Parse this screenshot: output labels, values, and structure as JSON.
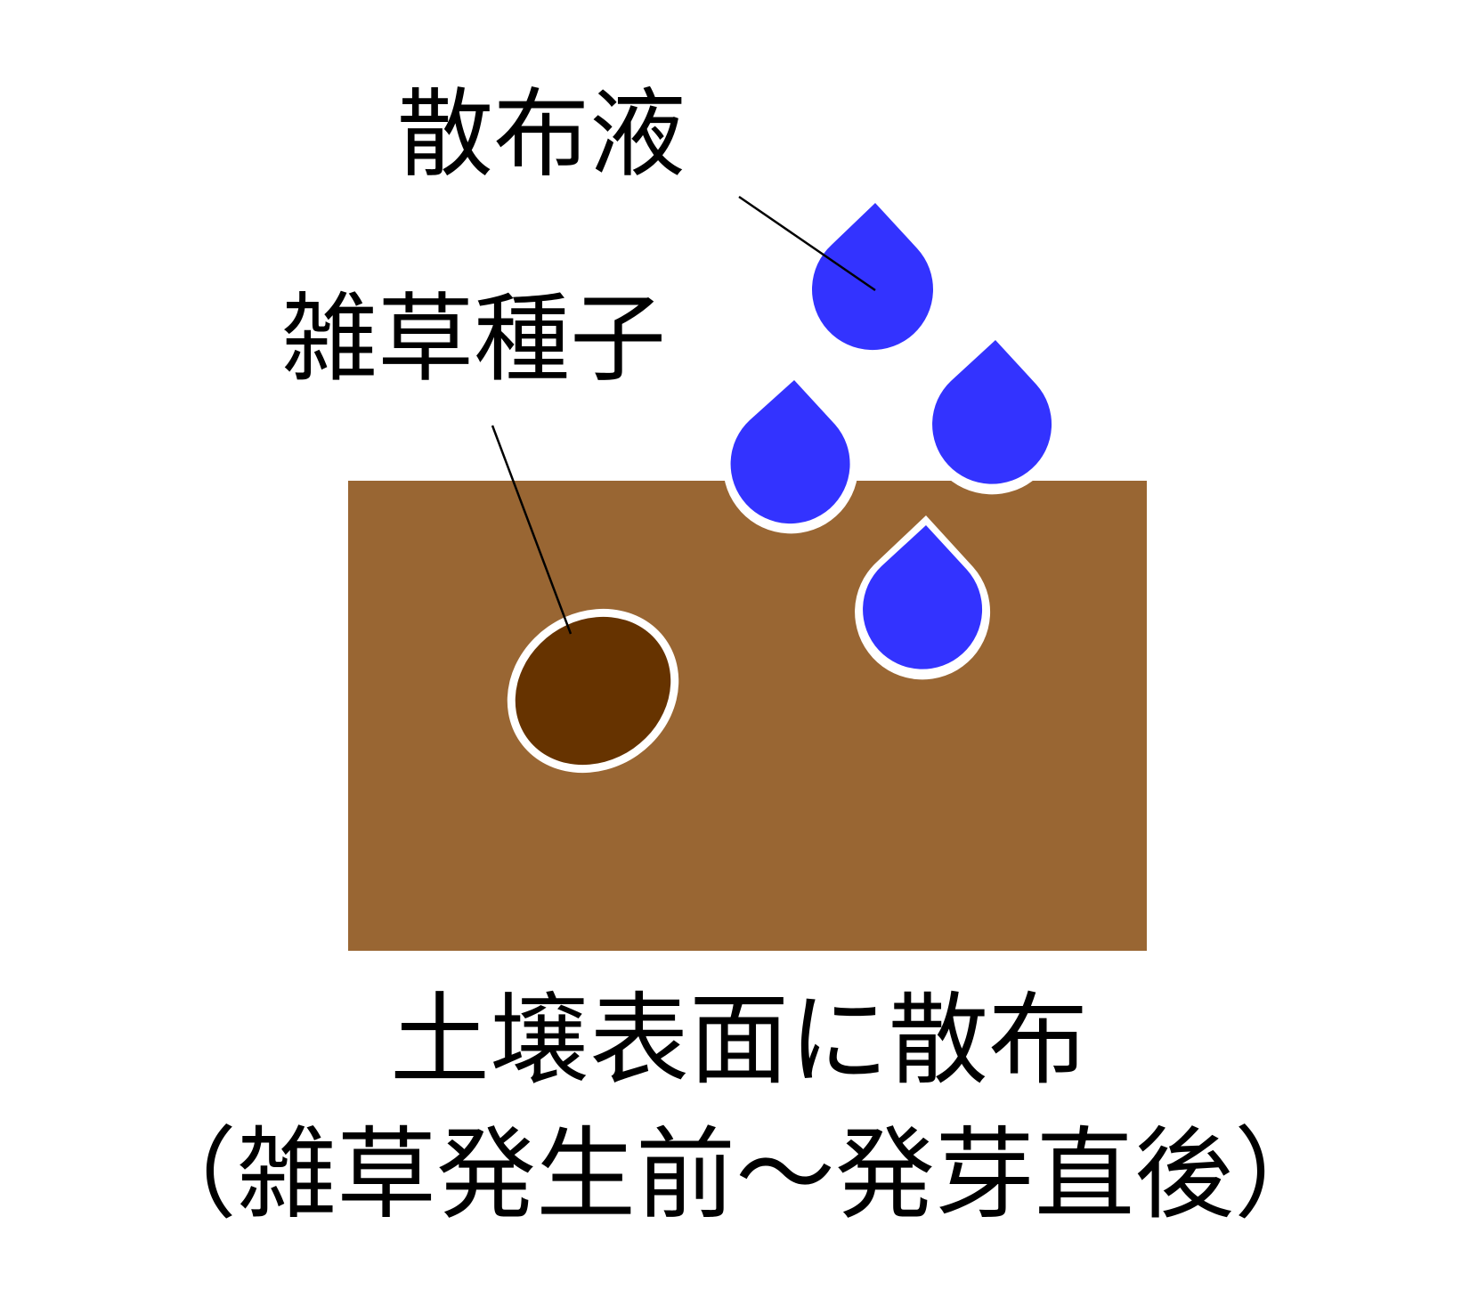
{
  "labels": {
    "spray_liquid": "散布液",
    "weed_seed": "雑草種子",
    "caption_line1": "土壌表面に散布",
    "caption_line2": "（雑草発生前～発芽直後）"
  },
  "colors": {
    "soil": "#996633",
    "seed": "#663300",
    "droplet": "#3333ff",
    "outline": "#ffffff",
    "leader_line": "#000000",
    "text": "#000000"
  },
  "icons": {
    "droplet": "water-drop-icon",
    "seed": "seed-icon"
  }
}
